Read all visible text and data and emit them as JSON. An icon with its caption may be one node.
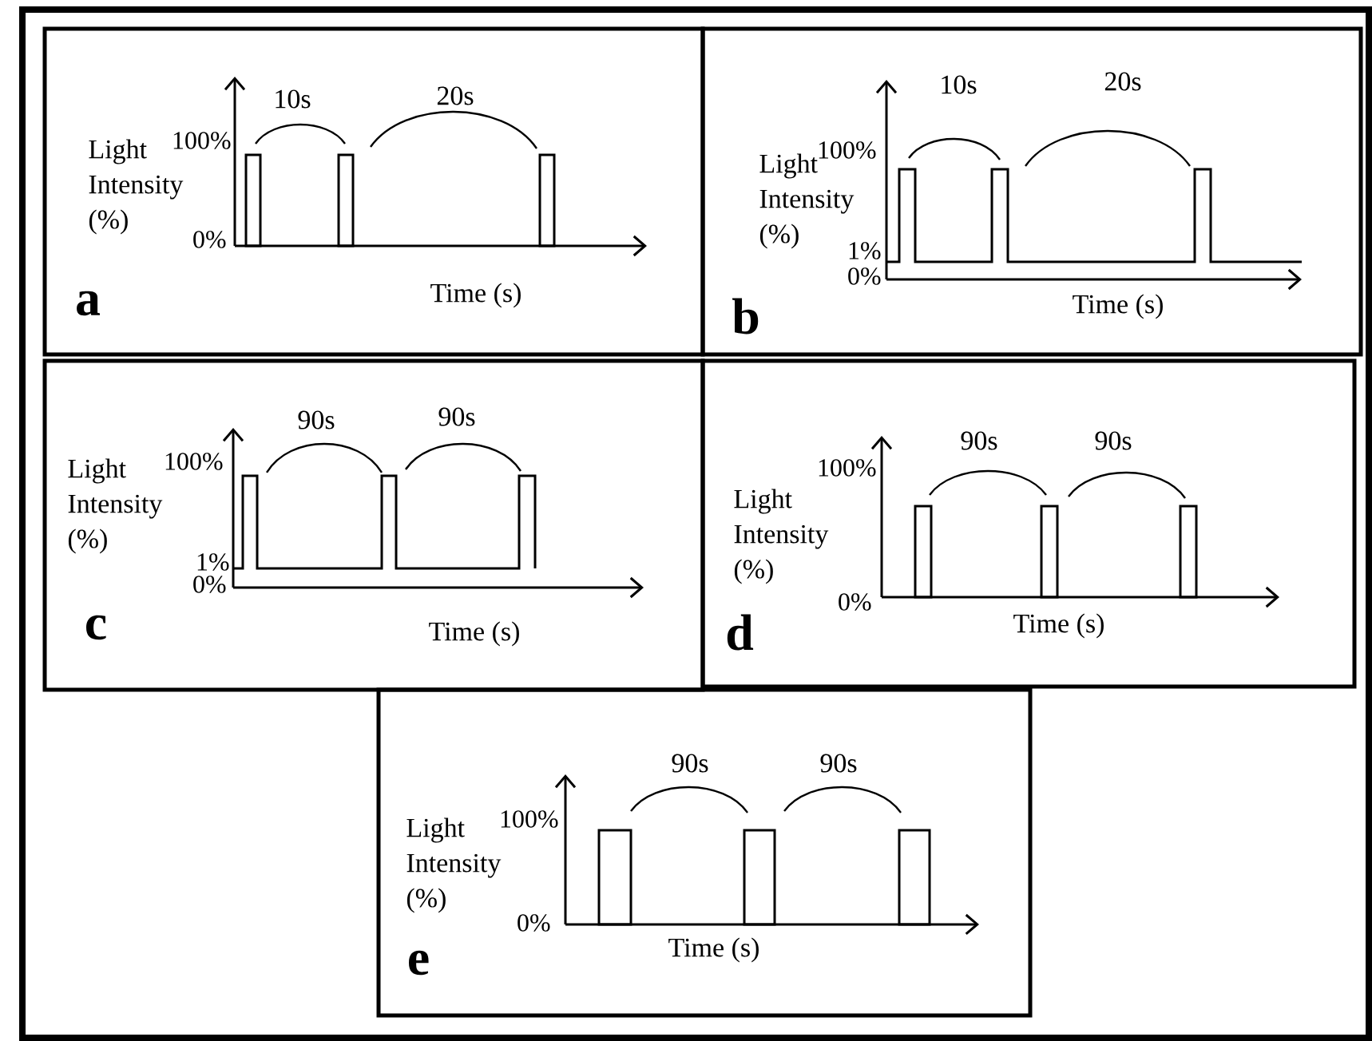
{
  "diagram": {
    "nodes": [
      {
        "text": [
          "a",
          "Light Intensity (%)",
          "100%",
          "0%",
          "Time (s)",
          "10s",
          "20s"
        ]
      },
      {
        "text": [
          "b",
          "Light Intensity (%)",
          "100%",
          "1%",
          "0%",
          "Time (s)",
          "10s",
          "20s"
        ]
      },
      {
        "text": [
          "c",
          "Light Intensity (%)",
          "100%",
          "1%",
          "0%",
          "Time (s)",
          "90s",
          "90s"
        ]
      },
      {
        "text": [
          "d",
          "Light Intensity (%)",
          "100%",
          "0%",
          "Time (s)",
          "90s",
          "90s"
        ]
      },
      {
        "text": [
          "e",
          "Light Intensity (%)",
          "100%",
          "0%",
          "Time (s)",
          "90s",
          "90s"
        ]
      }
    ]
  }
}
